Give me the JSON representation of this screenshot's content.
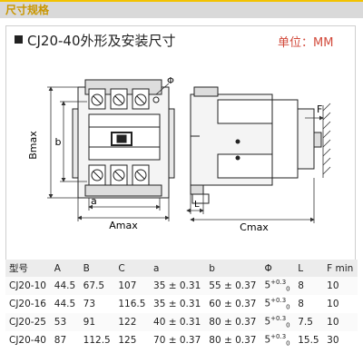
{
  "header": {
    "title": "尺寸规格"
  },
  "heading": {
    "title": "CJ20-40外形及安装尺寸",
    "unit": "单位：MM"
  },
  "diagram": {
    "labels": {
      "bmax": "Bmax",
      "b": "b",
      "a": "a",
      "amax": "Amax",
      "cmax": "Cmax",
      "f": "F",
      "l": "L",
      "phi": "Φ"
    }
  },
  "table": {
    "headers": [
      "型号",
      "A",
      "B",
      "C",
      "a",
      "b",
      "Φ",
      "L",
      "F min"
    ],
    "rows": [
      {
        "model": "CJ20-10",
        "A": "44.5",
        "B": "67.5",
        "C": "107",
        "a": "35 ± 0.31",
        "b": "55 ± 0.37",
        "phi": "5",
        "phi_sup": "+0.3",
        "phi_sub": "0",
        "L": "8",
        "F": "10"
      },
      {
        "model": "CJ20-16",
        "A": "44.5",
        "B": "73",
        "C": "116.5",
        "a": "35 ± 0.31",
        "b": "60 ± 0.37",
        "phi": "5",
        "phi_sup": "+0.3",
        "phi_sub": "0",
        "L": "8",
        "F": "10"
      },
      {
        "model": "CJ20-25",
        "A": "53",
        "B": "91",
        "C": "122",
        "a": "40 ± 0.31",
        "b": "80 ± 0.37",
        "phi": "5",
        "phi_sup": "+0.3",
        "phi_sub": "0",
        "L": "7.5",
        "F": "10"
      },
      {
        "model": "CJ20-40",
        "A": "87",
        "B": "112.5",
        "C": "125",
        "a": "70 ± 0.37",
        "b": "80 ± 0.37",
        "phi": "5",
        "phi_sup": "+0.3",
        "phi_sub": "0",
        "L": "15.5",
        "F": "30"
      }
    ]
  }
}
